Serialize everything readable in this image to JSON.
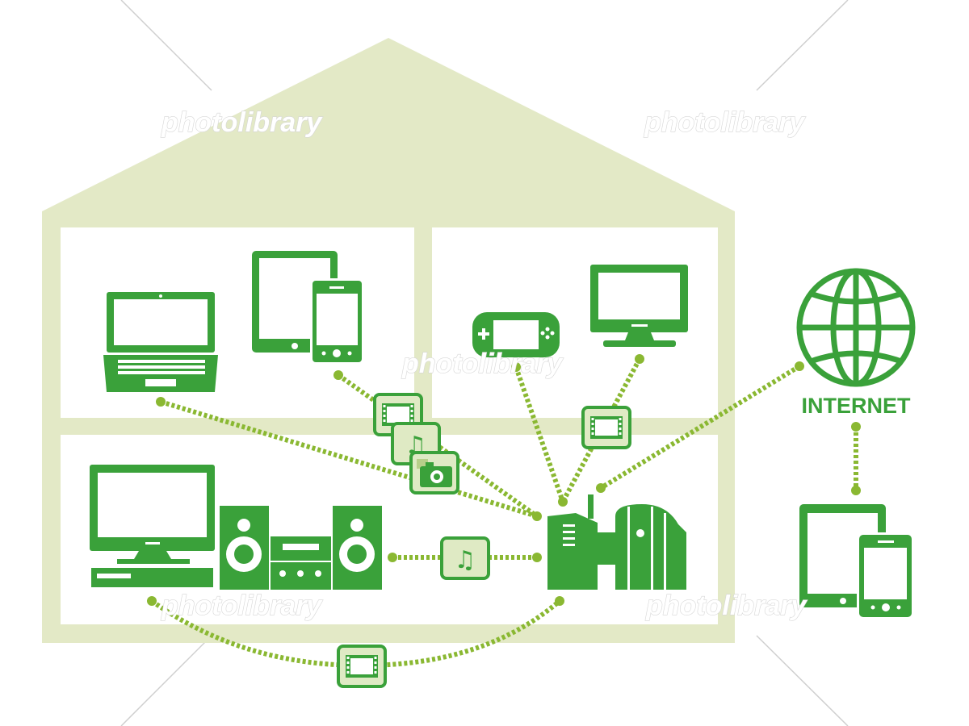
{
  "labels": {
    "internet": "INTERNET"
  },
  "watermark": {
    "text": "photolibrary"
  },
  "colors": {
    "house": "#e3e9c6",
    "room": "#ffffff",
    "icon_green": "#3aa13a",
    "link_green": "#8ab832",
    "badge_fill": "#dfeac4",
    "watermark_stroke": "#d6d6d6"
  },
  "devices": [
    {
      "name": "laptop",
      "room": "upper-left"
    },
    {
      "name": "tablet",
      "room": "upper-left"
    },
    {
      "name": "smartphone",
      "room": "upper-left"
    },
    {
      "name": "handheld-game-console",
      "room": "upper-right"
    },
    {
      "name": "flat-screen-tv",
      "room": "upper-right"
    },
    {
      "name": "tv-with-recorder",
      "room": "lower"
    },
    {
      "name": "stereo-system",
      "room": "lower"
    },
    {
      "name": "router-and-storage-server",
      "room": "lower"
    },
    {
      "name": "globe",
      "room": "outside"
    },
    {
      "name": "mobile-tablet-and-phone",
      "room": "outside"
    }
  ],
  "media_badges": [
    "film-icon",
    "music-note-icon",
    "photo-camera-icon",
    "film-icon",
    "music-note-icon",
    "film-icon"
  ]
}
